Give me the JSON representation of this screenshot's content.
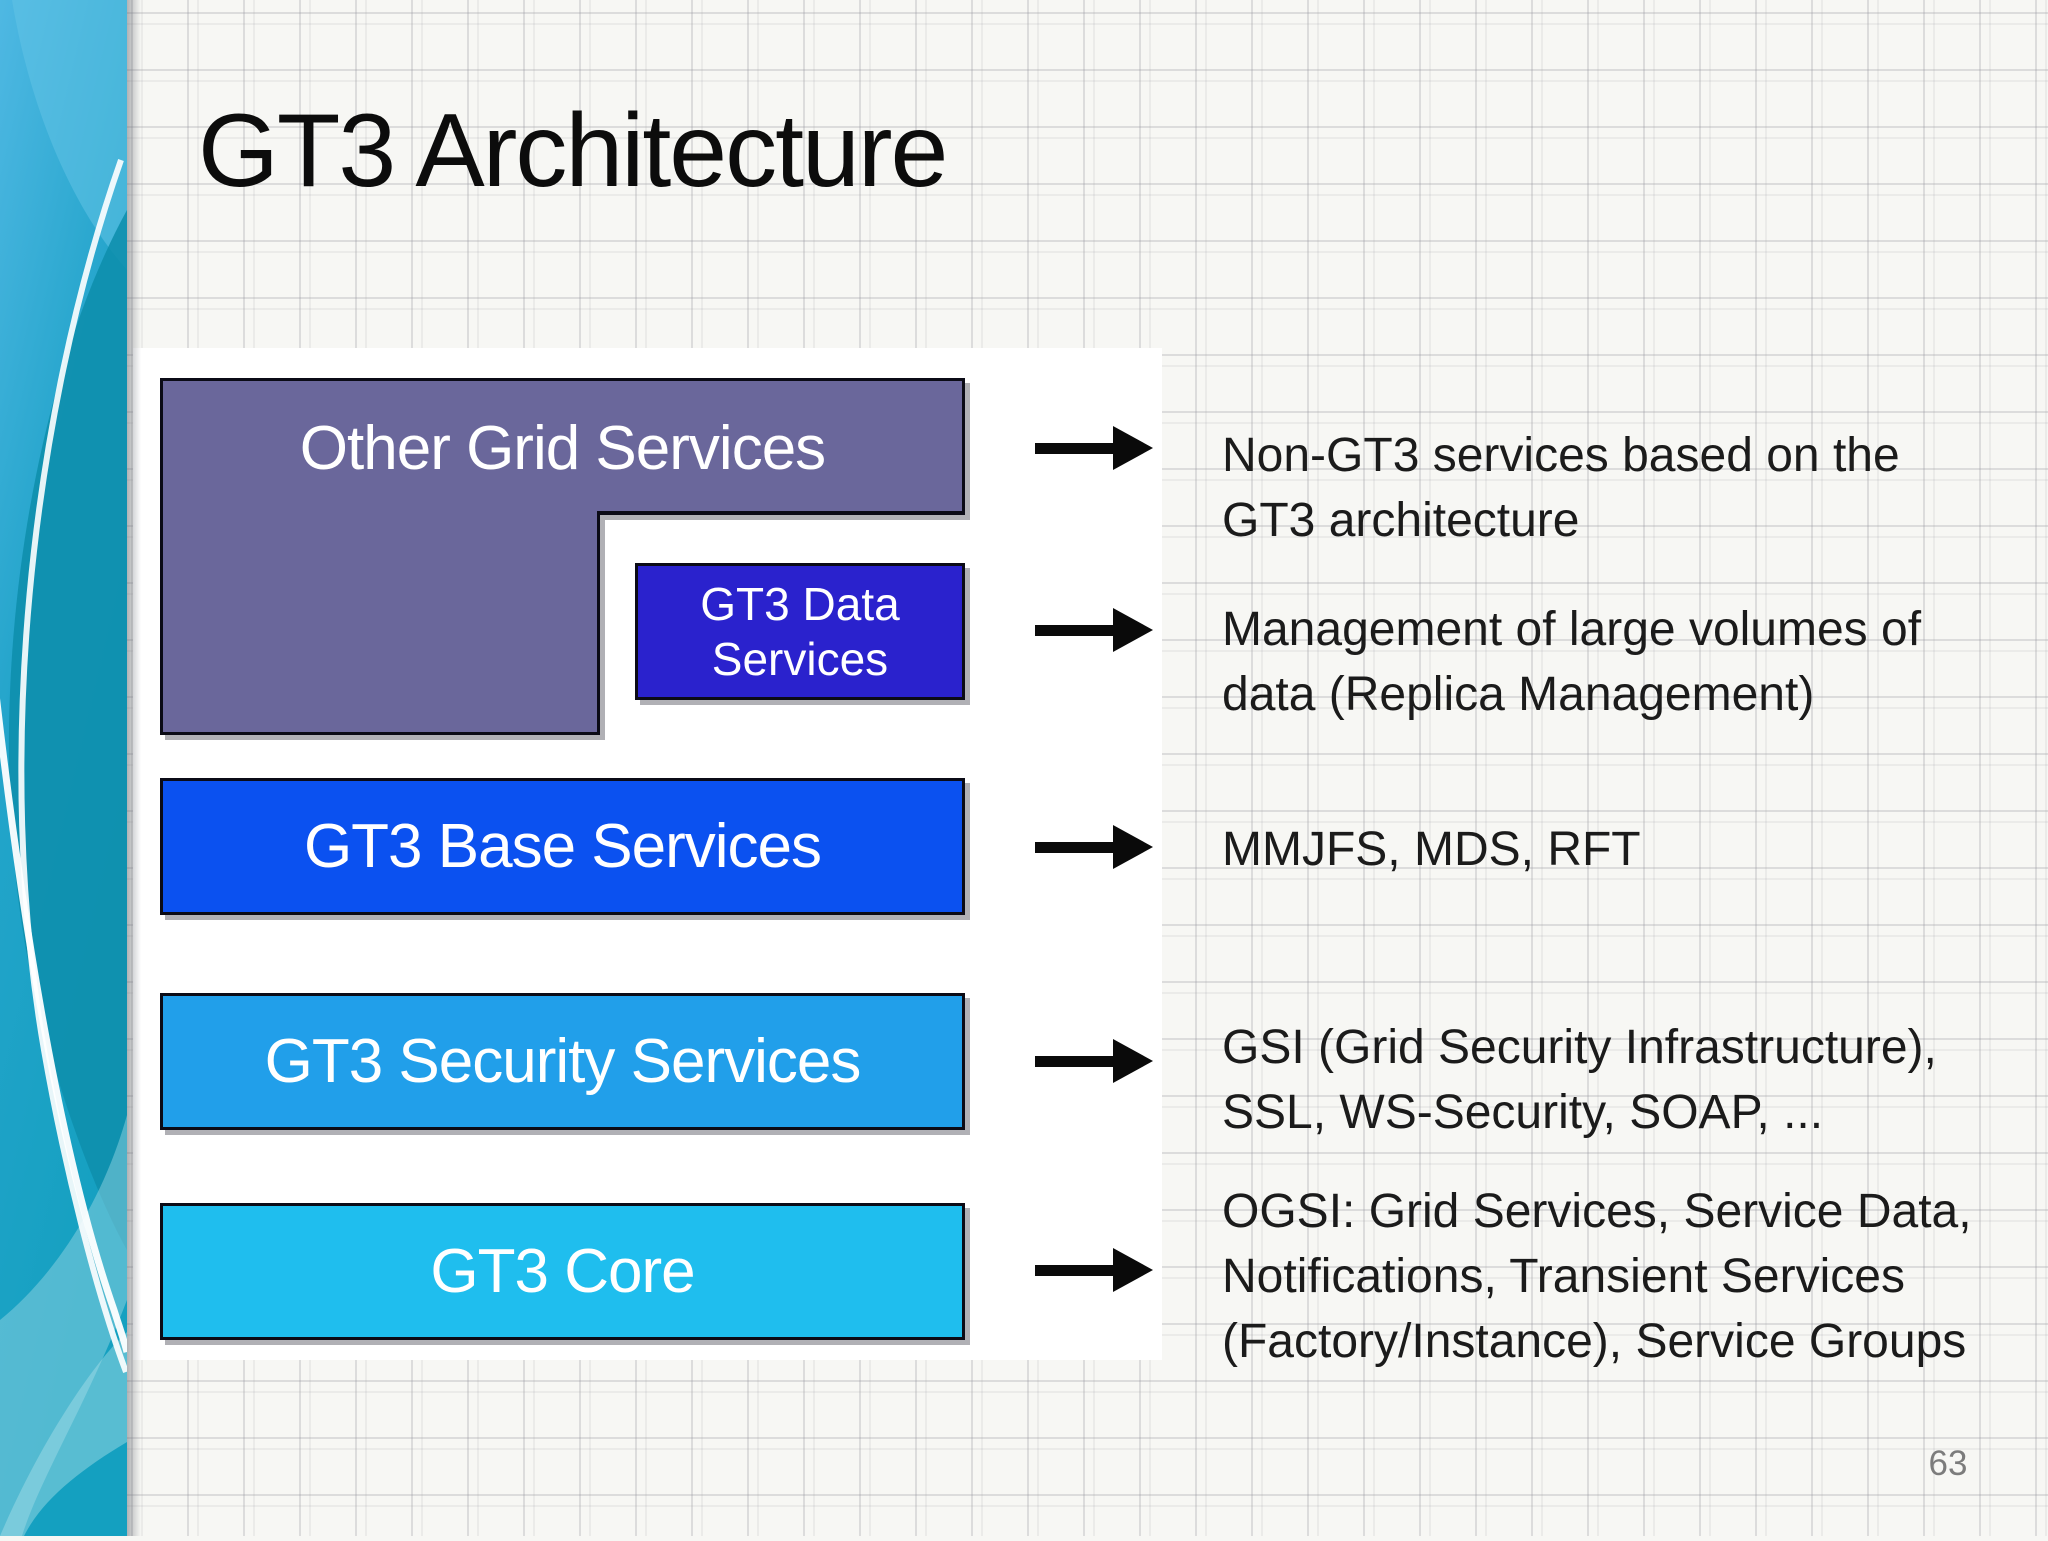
{
  "slide": {
    "title": "GT3 Architecture",
    "page_number": "63"
  },
  "diagram": {
    "boxes": {
      "other_grid_services": {
        "label": "Other Grid Services",
        "color": "#6a679b"
      },
      "gt3_data_services": {
        "label": "GT3 Data\nServices",
        "color": "#2a22cd"
      },
      "gt3_base_services": {
        "label": "GT3 Base Services",
        "color": "#0b51f0"
      },
      "gt3_security_services": {
        "label": "GT3 Security Services",
        "color": "#219fea"
      },
      "gt3_core": {
        "label": "GT3 Core",
        "color": "#1fbeee"
      }
    },
    "annotations": {
      "other_grid_services": "Non-GT3 services based on the\nGT3 architecture",
      "gt3_data_services": "Management of large volumes of\ndata (Replica Management)",
      "gt3_base_services": "MMJFS, MDS, RFT",
      "gt3_security_services": "GSI (Grid Security Infrastructure),\nSSL, WS-Security, SOAP, ...",
      "gt3_core": "OGSI: Grid Services, Service Data,\nNotifications, Transient Services\n(Factory/Instance), Service Groups"
    }
  }
}
